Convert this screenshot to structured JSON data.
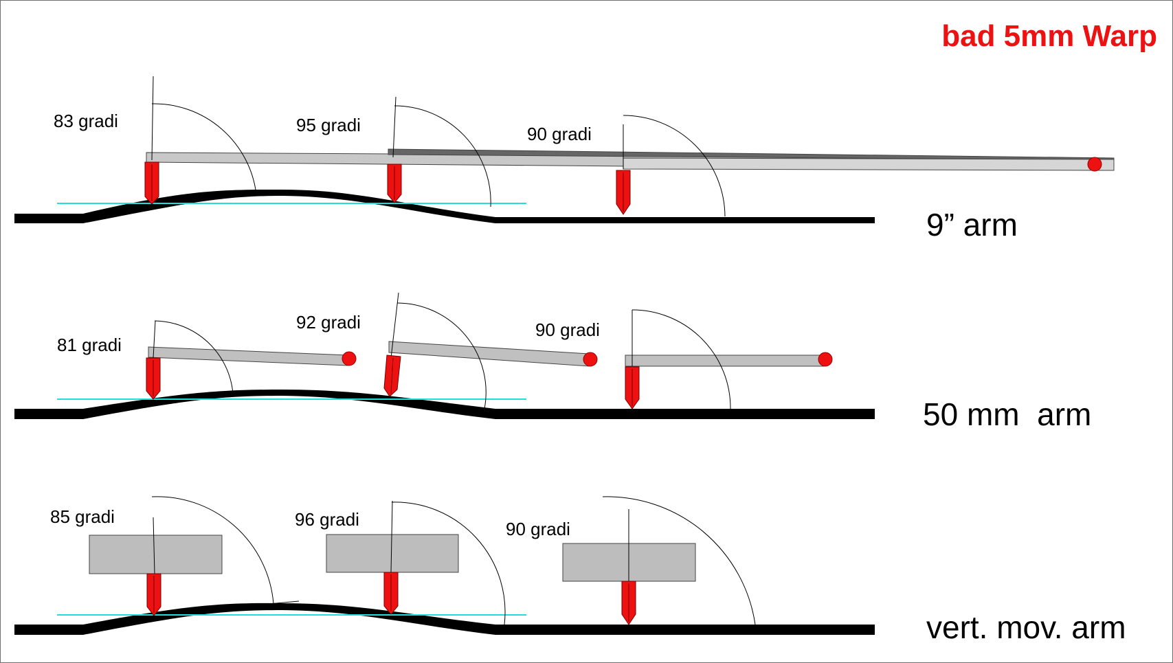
{
  "title": "bad 5mm Warp",
  "colors": {
    "title": "#ee1111",
    "stylus": "#ee1111",
    "record": "#000000",
    "reference_line": "#22dddd",
    "arm": "#c0c0c0",
    "arm_edge": "#555555",
    "pivot": "#ee1111"
  },
  "rows": [
    {
      "arm_label": "9” arm",
      "positions": [
        {
          "angle_label": "83 gradi"
        },
        {
          "angle_label": "95 gradi"
        },
        {
          "angle_label": "90 gradi"
        }
      ]
    },
    {
      "arm_label": "50 mm  arm",
      "positions": [
        {
          "angle_label": "81 gradi"
        },
        {
          "angle_label": "92 gradi"
        },
        {
          "angle_label": "90 gradi"
        }
      ]
    },
    {
      "arm_label": "vert. mov. arm",
      "positions": [
        {
          "angle_label": "85 gradi"
        },
        {
          "angle_label": "96 gradi"
        },
        {
          "angle_label": "90 gradi"
        }
      ]
    }
  ]
}
